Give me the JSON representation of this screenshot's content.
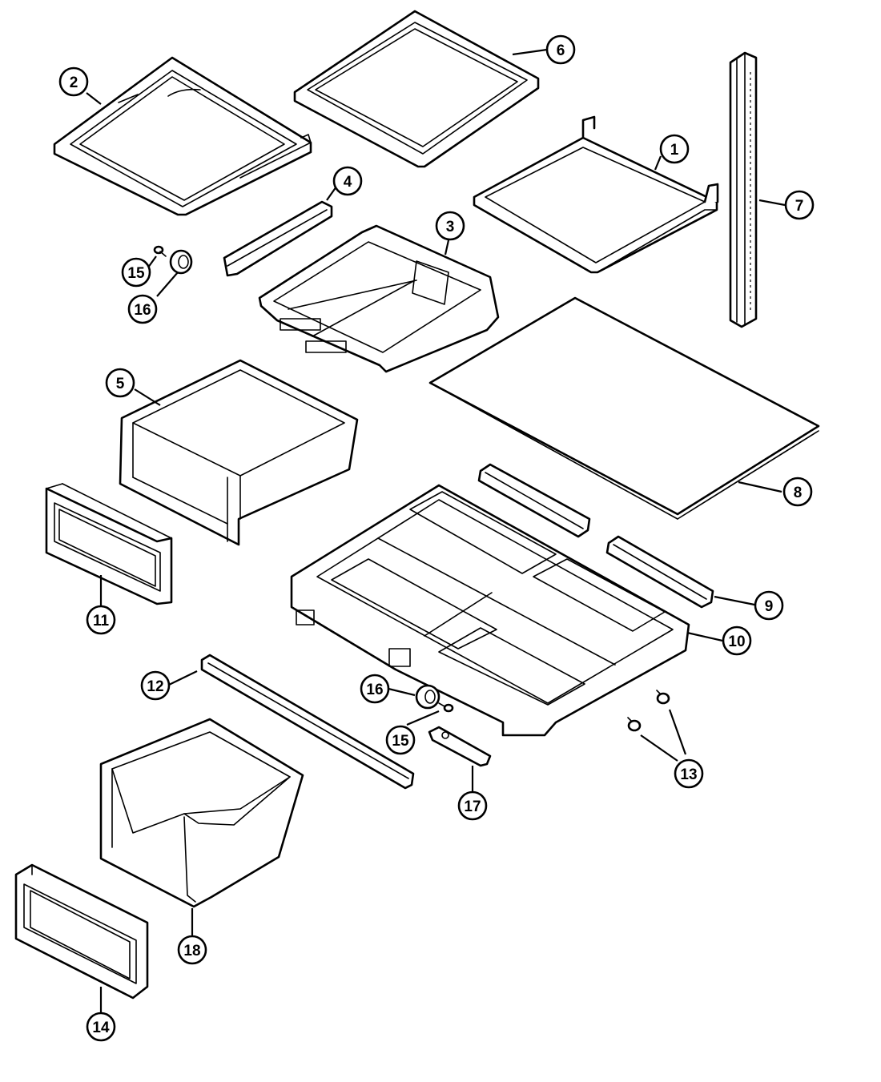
{
  "callouts": [
    {
      "id": "c1",
      "label": "1"
    },
    {
      "id": "c2",
      "label": "2"
    },
    {
      "id": "c3",
      "label": "3"
    },
    {
      "id": "c4",
      "label": "4"
    },
    {
      "id": "c5",
      "label": "5"
    },
    {
      "id": "c6",
      "label": "6"
    },
    {
      "id": "c7",
      "label": "7"
    },
    {
      "id": "c8",
      "label": "8"
    },
    {
      "id": "c9",
      "label": "9"
    },
    {
      "id": "c10",
      "label": "10"
    },
    {
      "id": "c11",
      "label": "11"
    },
    {
      "id": "c12",
      "label": "12"
    },
    {
      "id": "c13",
      "label": "13"
    },
    {
      "id": "c14",
      "label": "14"
    },
    {
      "id": "c15a",
      "label": "15"
    },
    {
      "id": "c15b",
      "label": "15"
    },
    {
      "id": "c16a",
      "label": "16"
    },
    {
      "id": "c16b",
      "label": "16"
    },
    {
      "id": "c17",
      "label": "17"
    },
    {
      "id": "c18",
      "label": "18"
    }
  ]
}
